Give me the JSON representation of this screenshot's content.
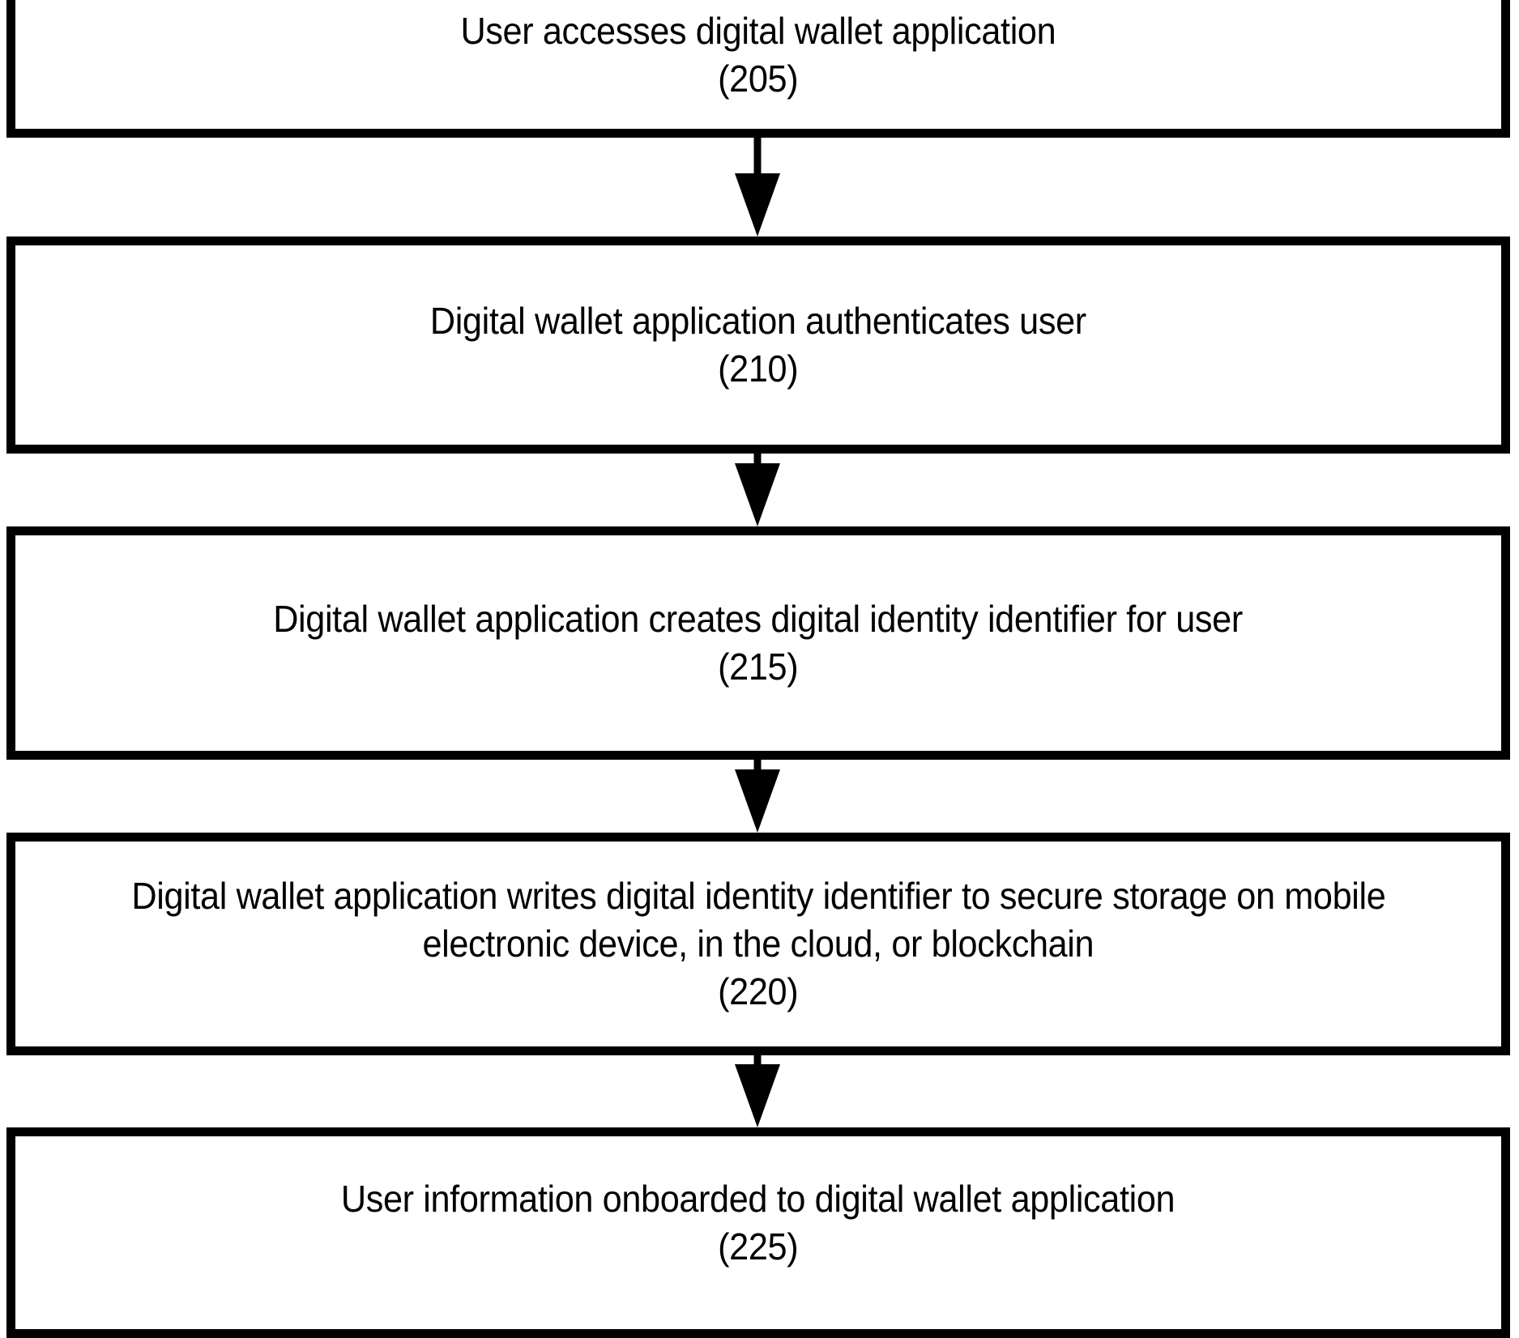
{
  "diagram": {
    "title": "Digital wallet onboarding process flowchart",
    "orientation": "vertical",
    "stroke_color": "#000000",
    "fill_color": "#ffffff",
    "nodes": [
      {
        "id": "205",
        "ref": "(205)",
        "lines": [
          "User accesses digital wallet application"
        ],
        "line1": "User accesses digital wallet application",
        "clipped": "top"
      },
      {
        "id": "210",
        "ref": "(210)",
        "lines": [
          "Digital wallet application authenticates user"
        ],
        "line1": "Digital wallet application authenticates user",
        "clipped": "none"
      },
      {
        "id": "215",
        "ref": "(215)",
        "lines": [
          "Digital wallet application creates digital identity identifier for user"
        ],
        "line1": "Digital wallet application creates digital identity identifier for user",
        "clipped": "none"
      },
      {
        "id": "220",
        "ref": "(220)",
        "lines": [
          "Digital wallet application writes digital identity identifier to secure storage on mobile",
          "electronic device, in the cloud, or blockchain"
        ],
        "line1": "Digital wallet application writes digital identity identifier to secure storage on mobile",
        "line2": "electronic device, in the cloud, or blockchain",
        "clipped": "none"
      },
      {
        "id": "225",
        "ref": "(225)",
        "lines": [
          "User information onboarded to digital wallet application"
        ],
        "line1": "User information onboarded to digital wallet application",
        "clipped": "bottom"
      }
    ],
    "connectors": [
      {
        "from": "205",
        "to": "210",
        "style": "solid-arrow-down"
      },
      {
        "from": "210",
        "to": "215",
        "style": "solid-arrow-down"
      },
      {
        "from": "215",
        "to": "220",
        "style": "solid-arrow-down"
      },
      {
        "from": "220",
        "to": "225",
        "style": "solid-arrow-down"
      }
    ]
  }
}
